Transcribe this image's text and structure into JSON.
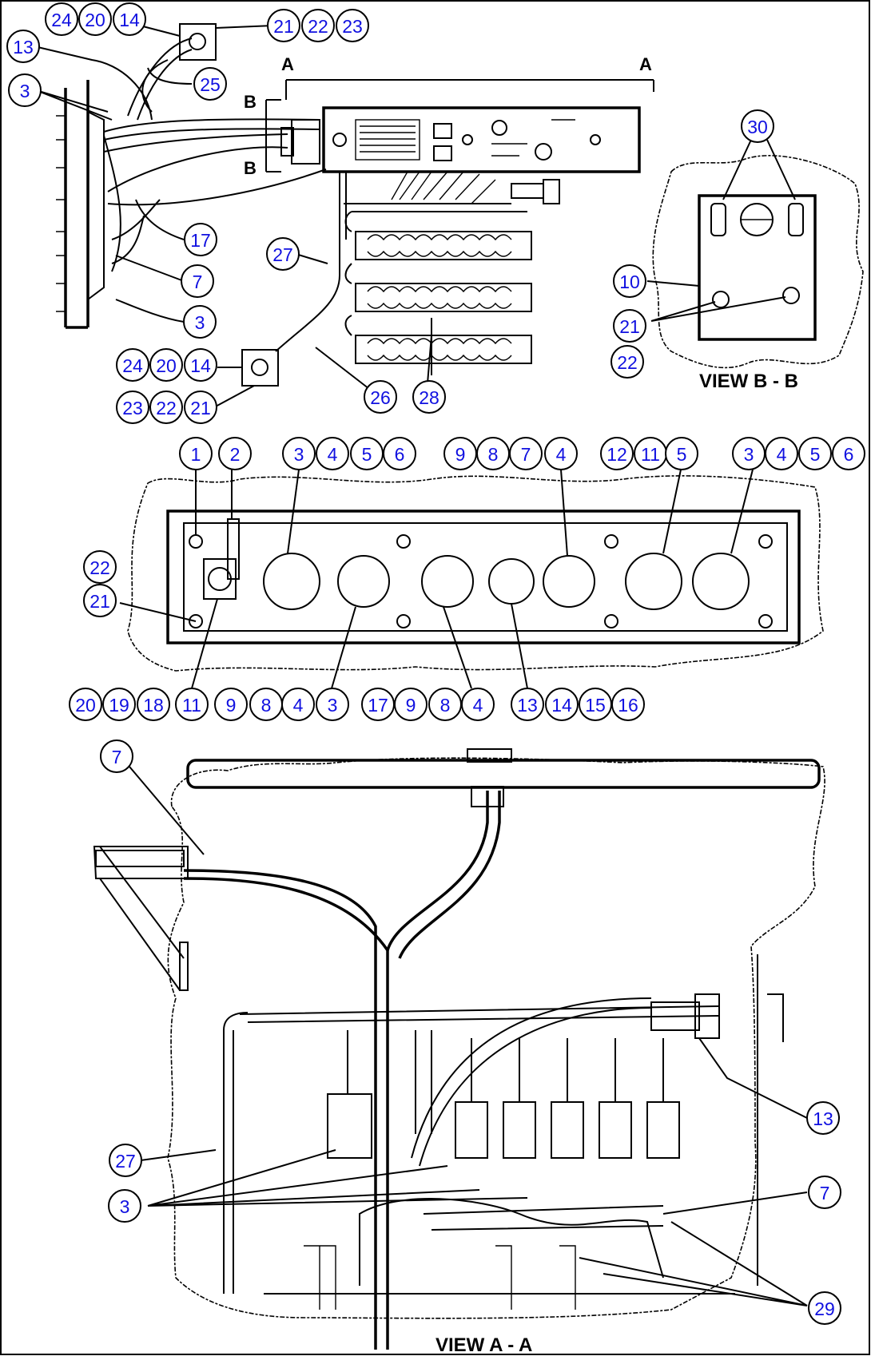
{
  "views": {
    "view_b": "VIEW B - B",
    "view_a": "VIEW A - A",
    "section_a": "A",
    "section_b": "B"
  },
  "callouts": [
    "24",
    "20",
    "14",
    "21",
    "22",
    "23",
    "13",
    "25",
    "3",
    "17",
    "7",
    "3",
    "27",
    "30",
    "10",
    "21",
    "22",
    "24",
    "20",
    "14",
    "23",
    "22",
    "21",
    "26",
    "28",
    "1",
    "2",
    "3",
    "4",
    "5",
    "6",
    "9",
    "8",
    "7",
    "4",
    "12",
    "11",
    "5",
    "3",
    "4",
    "5",
    "6",
    "22",
    "21",
    "20",
    "19",
    "18",
    "11",
    "9",
    "8",
    "4",
    "3",
    "17",
    "9",
    "8",
    "4",
    "13",
    "14",
    "15",
    "16",
    "7",
    "13",
    "27",
    "3",
    "7",
    "29"
  ]
}
